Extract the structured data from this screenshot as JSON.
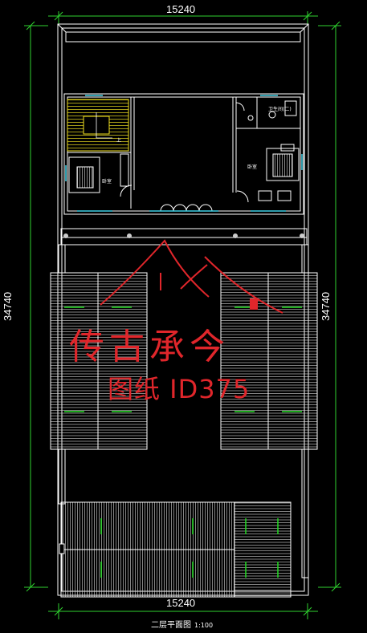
{
  "dimensions": {
    "top_width": "15240",
    "bottom_width": "15240",
    "left_height": "34740",
    "right_height": "34740"
  },
  "rooms": {
    "bedroom_left": "卧室",
    "bedroom_right": "卧室",
    "bathroom": "卫生间(二)",
    "stair_arrow": "上"
  },
  "watermark": {
    "title": "传古承今",
    "drawing_id": "图纸 ID375"
  },
  "caption": {
    "title": "二层平面图",
    "scale": "1:100"
  },
  "colors": {
    "background": "#000000",
    "walls": "#ffffff",
    "dimension_lines": "#2fd22f",
    "windows": "#3fd0e6",
    "stair": "#f0e020",
    "watermark": "#e0262b",
    "roof_arrows": "#22dd22"
  }
}
